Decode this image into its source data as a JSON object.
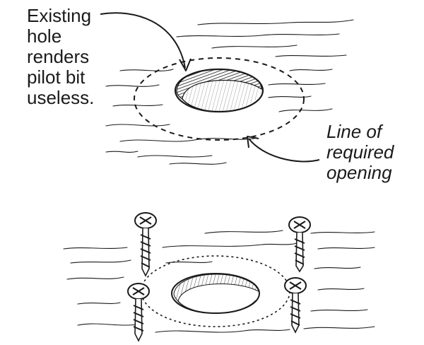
{
  "callouts": {
    "existing_hole": {
      "lines": [
        "Existing",
        "hole",
        "renders",
        "pilot bit",
        "useless."
      ]
    },
    "required_opening": {
      "lines": [
        "Line of",
        "required",
        "opening"
      ]
    }
  },
  "colors": {
    "ink": "#1a1a1a",
    "background": "#ffffff"
  },
  "icons": [
    "hole-icon",
    "screw-icon",
    "arrow-icon"
  ]
}
